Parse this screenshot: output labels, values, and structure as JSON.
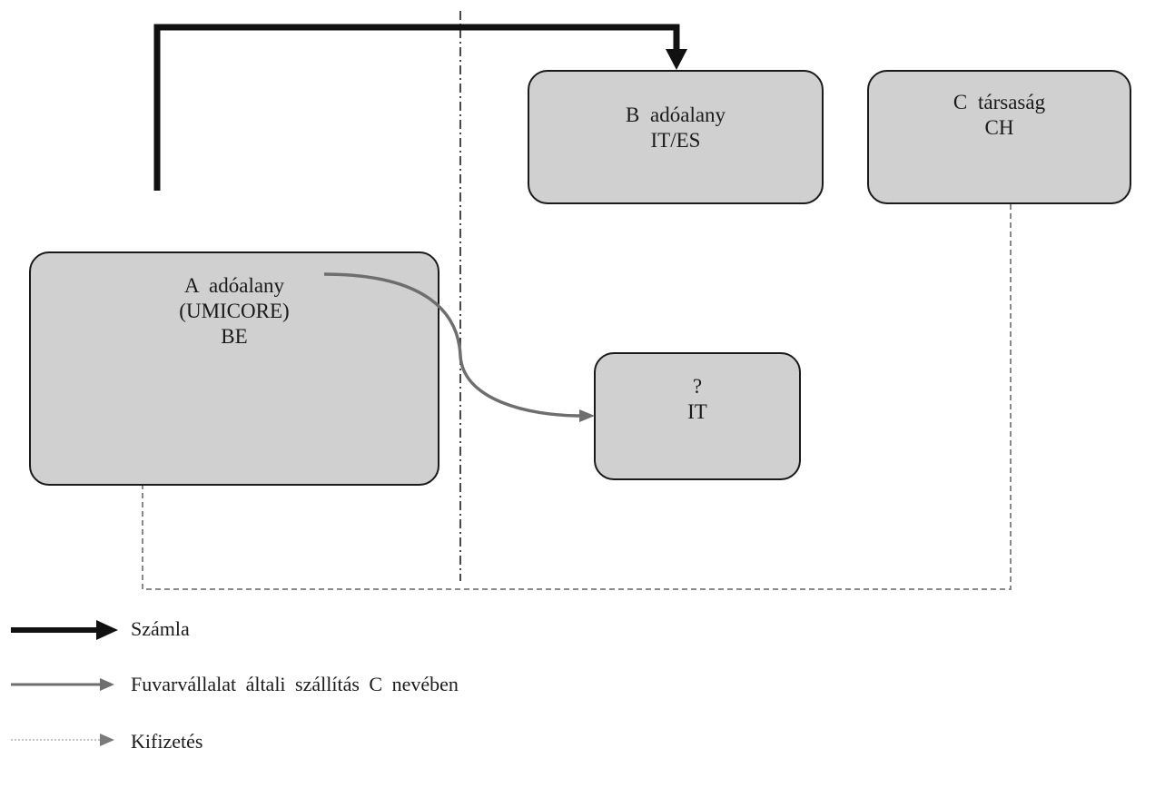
{
  "boxes": {
    "a": {
      "lines": [
        "A adóalany",
        "(UMICORE)",
        "BE"
      ]
    },
    "b": {
      "lines": [
        "B adóalany",
        "IT/ES"
      ]
    },
    "c": {
      "lines": [
        "C társaság",
        "CH"
      ]
    },
    "q": {
      "lines": [
        "?",
        "IT"
      ]
    }
  },
  "legend": {
    "szamla": "Számla",
    "fuvar": "Fuvarvállalat általi szállítás C nevében",
    "kifizetes": "Kifizetés"
  },
  "colors": {
    "box_fill": "#d0d0d0",
    "border": "#1a1a1a",
    "invoice_arrow": "#111111",
    "delivery_arrow": "#6e6e6e",
    "payment_arrow": "#7a7a7a"
  }
}
